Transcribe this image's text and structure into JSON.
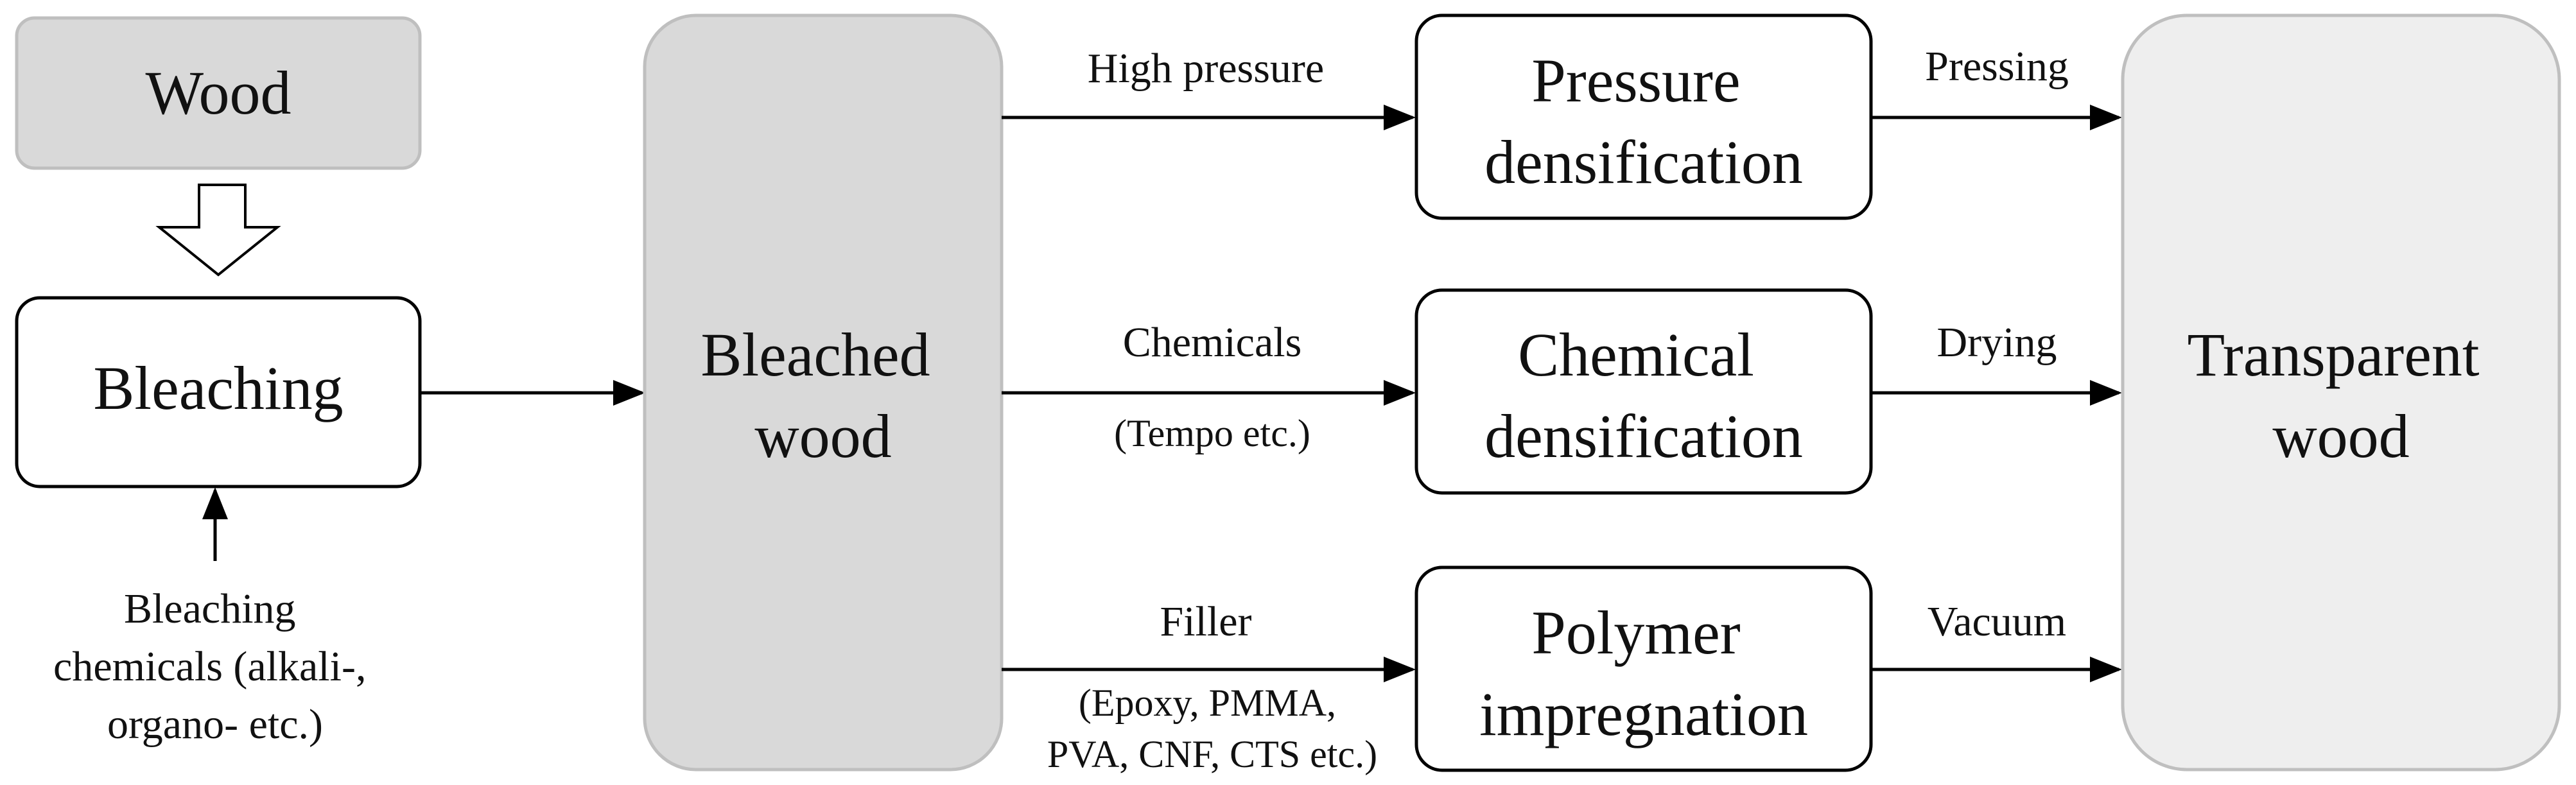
{
  "nodes": {
    "wood": "Wood",
    "bleaching": "Bleaching",
    "bleaching_chemicals": [
      "Bleaching",
      "chemicals (alkali-,",
      "organo- etc.)"
    ],
    "bleached_wood": [
      "Bleached",
      "wood"
    ],
    "pressure_densification": [
      "Pressure",
      "densification"
    ],
    "chemical_densification": [
      "Chemical",
      "densification"
    ],
    "polymer_impregnation": [
      "Polymer",
      "impregnation"
    ],
    "transparent_wood": [
      "Transparent",
      "wood"
    ]
  },
  "edges": {
    "high_pressure": "High pressure",
    "chemicals": "Chemicals",
    "chemicals_note": "(Tempo etc.)",
    "filler": "Filler",
    "filler_note": [
      "(Epoxy, PMMA,",
      "PVA, CNF, CTS etc.)"
    ],
    "pressing": "Pressing",
    "drying": "Drying",
    "vacuum": "Vacuum"
  },
  "colors": {
    "gray_box_fill": "#d9d9d9",
    "gray_box_stroke": "#bfbfbf",
    "light_box_fill": "#eeeeee",
    "white_box_fill": "#ffffff",
    "line": "#000000"
  }
}
